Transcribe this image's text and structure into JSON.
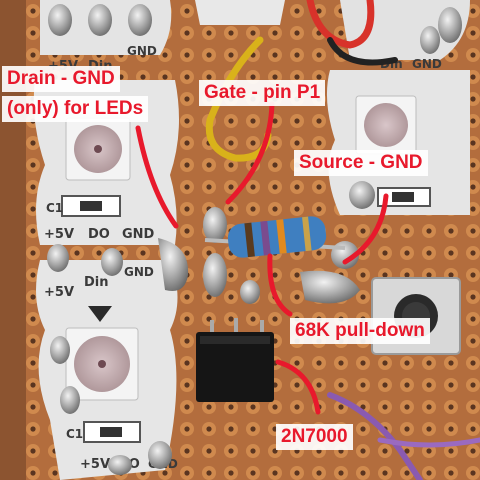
{
  "labels": {
    "drain_line1": "Drain - GND",
    "drain_line2": "(only) for LEDs",
    "gate": "Gate - pin P1",
    "source": "Source - GND",
    "pulldown": "68K pull-down",
    "transistor": "2N7000"
  },
  "silkscreen": {
    "v5": "+5V",
    "din": "Din",
    "gnd": "GND",
    "do": "DO",
    "c1": "C1"
  },
  "colors": {
    "label_text": "#e8192c",
    "arrow": "#e8192c",
    "board": "#b06a3a",
    "led_pcb": "#e6e6e6",
    "resistor_body": "#3f7fc0",
    "transistor": "#151515",
    "wire_yellow": "#d9b21a",
    "wire_red": "#d8322a"
  }
}
